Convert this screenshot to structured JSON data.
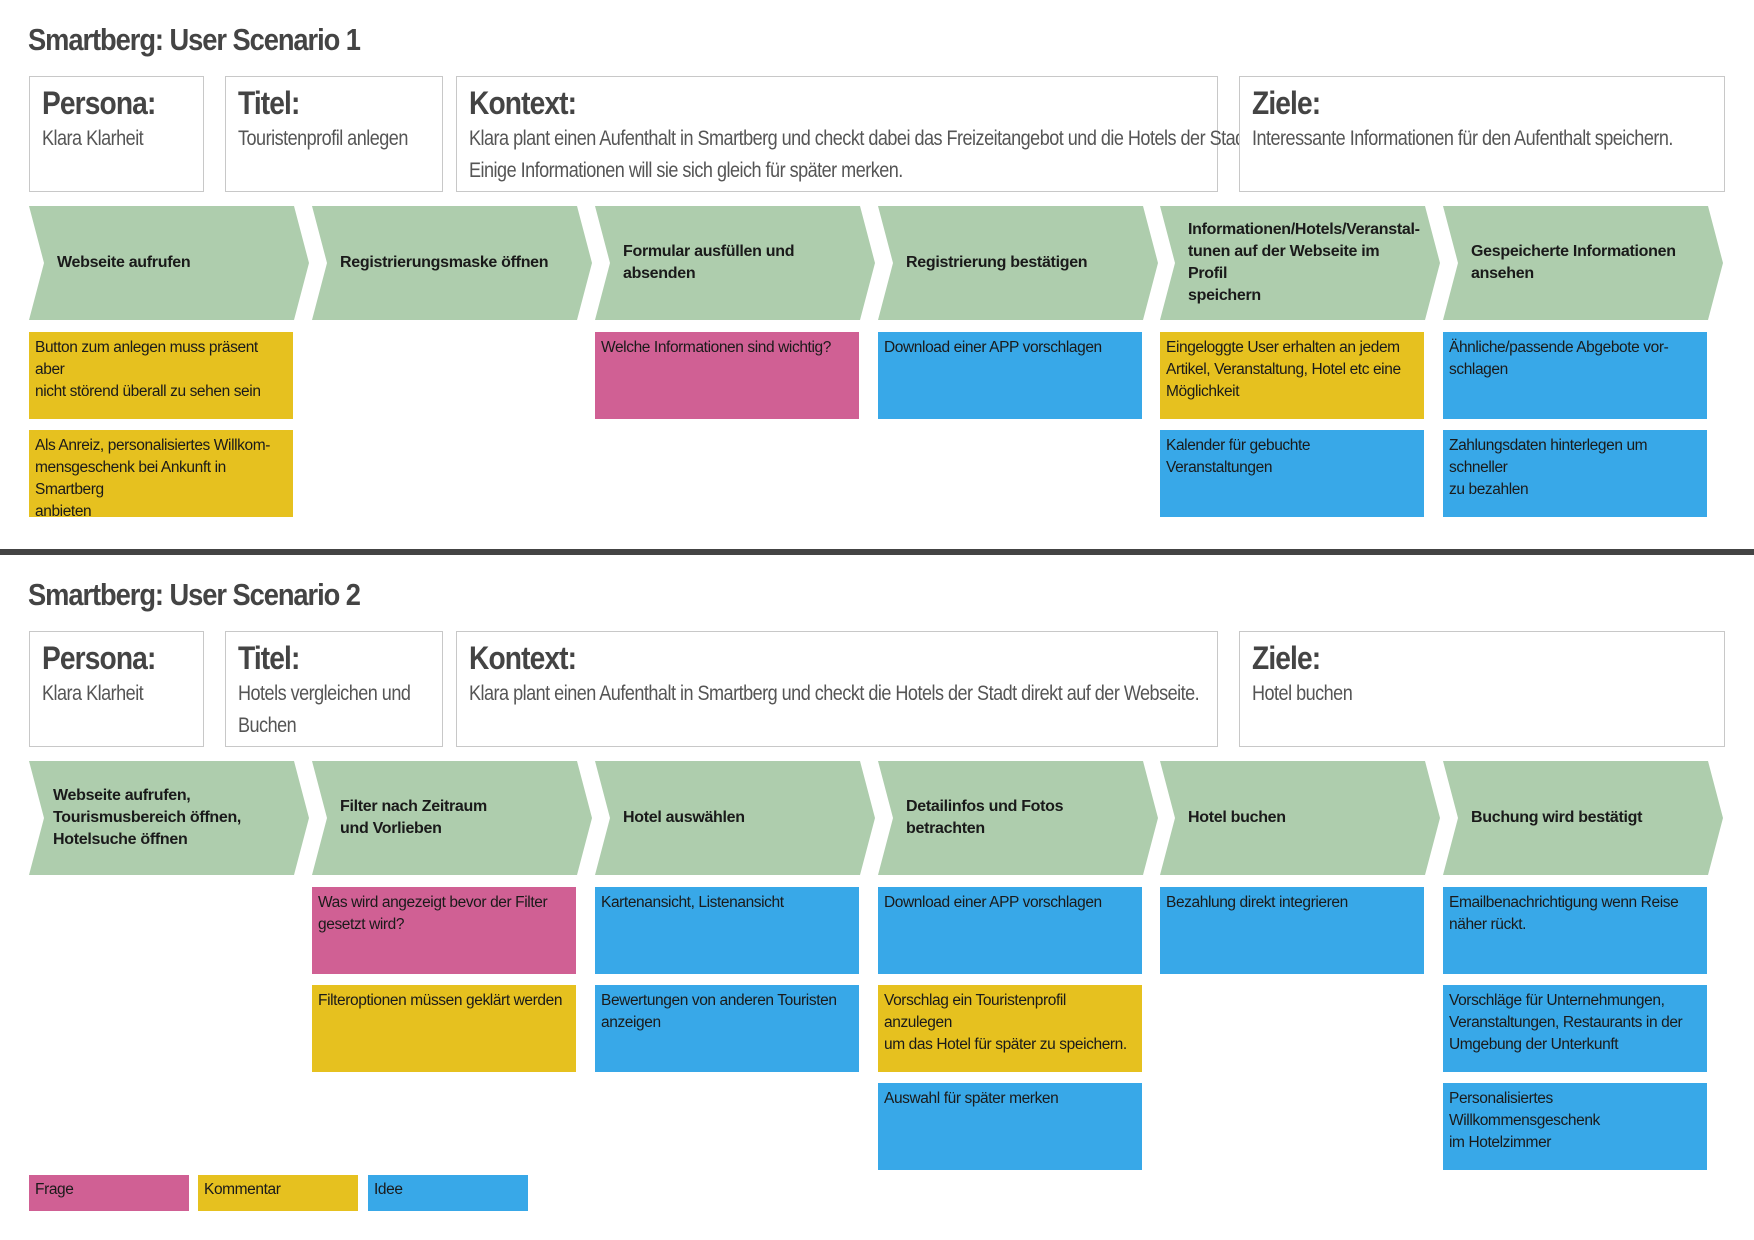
{
  "scenarios": [
    {
      "title": "Smartberg: User Scenario 1",
      "persona": {
        "heading": "Persona:",
        "text": [
          "Klara Klarheit"
        ]
      },
      "titel": {
        "heading": "Titel:",
        "text": [
          "Touristenprofil anlegen"
        ]
      },
      "kontext": {
        "heading": "Kontext:",
        "text": [
          "Klara plant einen Aufenthalt in Smartberg und checkt dabei das Freizeitangebot und die Hotels der Stadt.",
          "Einige Informationen will sie sich gleich für später merken."
        ]
      },
      "ziele": {
        "heading": "Ziele:",
        "text": [
          "Interessante Informationen für den Aufenthalt speichern."
        ]
      },
      "steps": [
        "Webseite aufrufen",
        "Registrierungsmaske öffnen",
        "Formular ausfüllen und absenden",
        "Registrierung bestätigen",
        "Informationen/Hotels/Veranstal-\ntunen auf der Webseite im Profil\nspeichern",
        "Gespeicherte Informationen\nansehen"
      ],
      "notes": [
        {
          "col": 0,
          "row": 0,
          "type": "kommentar",
          "text": "Button zum anlegen muss präsent aber\nnicht störend überall zu sehen sein"
        },
        {
          "col": 0,
          "row": 1,
          "type": "kommentar",
          "text": "Als Anreiz, personalisiertes Willkom-\nmensgeschenk bei Ankunft in Smartberg\nanbieten"
        },
        {
          "col": 2,
          "row": 0,
          "type": "frage",
          "text": "Welche Informationen sind wichtig?"
        },
        {
          "col": 3,
          "row": 0,
          "type": "idee",
          "text": "Download einer APP vorschlagen"
        },
        {
          "col": 4,
          "row": 0,
          "type": "kommentar",
          "text": "Eingeloggte User erhalten an jedem\nArtikel, Veranstaltung, Hotel etc eine\nMöglichkeit"
        },
        {
          "col": 4,
          "row": 1,
          "type": "idee",
          "text": "Kalender für gebuchte Veranstaltungen"
        },
        {
          "col": 5,
          "row": 0,
          "type": "idee",
          "text": "Ähnliche/passende Abgebote vor-\nschlagen"
        },
        {
          "col": 5,
          "row": 1,
          "type": "idee",
          "text": "Zahlungsdaten hinterlegen um schneller\nzu bezahlen"
        }
      ]
    },
    {
      "title": "Smartberg: User Scenario 2",
      "persona": {
        "heading": "Persona:",
        "text": [
          "Klara Klarheit"
        ]
      },
      "titel": {
        "heading": "Titel:",
        "text": [
          "Hotels vergleichen und",
          "Buchen"
        ]
      },
      "kontext": {
        "heading": "Kontext:",
        "text": [
          "Klara plant einen Aufenthalt in Smartberg und checkt die Hotels der Stadt direkt auf der Webseite."
        ]
      },
      "ziele": {
        "heading": "Ziele:",
        "text": [
          "Hotel buchen"
        ]
      },
      "steps": [
        "Webseite aufrufen,\nTourismusbereich öffnen,\nHotelsuche öffnen",
        "Filter nach Zeitraum\nund Vorlieben",
        "Hotel auswählen",
        "Detailinfos und Fotos betrachten",
        "Hotel buchen",
        "Buchung wird bestätigt"
      ],
      "notes": [
        {
          "col": 1,
          "row": 0,
          "type": "frage",
          "text": "Was wird angezeigt bevor der Filter\ngesetzt wird?"
        },
        {
          "col": 1,
          "row": 1,
          "type": "kommentar",
          "text": "Filteroptionen müssen geklärt werden"
        },
        {
          "col": 2,
          "row": 0,
          "type": "idee",
          "text": "Kartenansicht, Listenansicht"
        },
        {
          "col": 2,
          "row": 1,
          "type": "idee",
          "text": "Bewertungen von anderen Touristen\nanzeigen"
        },
        {
          "col": 3,
          "row": 0,
          "type": "idee",
          "text": "Download einer APP vorschlagen"
        },
        {
          "col": 3,
          "row": 1,
          "type": "kommentar",
          "text": "Vorschlag ein Touristenprofil anzulegen\num das Hotel für später zu speichern."
        },
        {
          "col": 3,
          "row": 2,
          "type": "idee",
          "text": "Auswahl für später merken"
        },
        {
          "col": 4,
          "row": 0,
          "type": "idee",
          "text": "Bezahlung direkt integrieren"
        },
        {
          "col": 5,
          "row": 0,
          "type": "idee",
          "text": "Emailbenachrichtigung wenn Reise\nnäher rückt."
        },
        {
          "col": 5,
          "row": 1,
          "type": "idee",
          "text": "Vorschläge für Unternehmungen,\nVeranstaltungen, Restaurants in der\nUmgebung der Unterkunft"
        },
        {
          "col": 5,
          "row": 2,
          "type": "idee",
          "text": "Personalisiertes Willkommensgeschenk\nim Hotelzimmer"
        }
      ]
    }
  ],
  "legend": [
    {
      "type": "frage",
      "label": "Frage"
    },
    {
      "type": "kommentar",
      "label": "Kommentar"
    },
    {
      "type": "idee",
      "label": "Idee"
    }
  ],
  "colors": {
    "step": "#aecdad",
    "frage": "#d06094",
    "kommentar": "#e6c11f",
    "idee": "#38a8e8",
    "divider": "#444444"
  }
}
